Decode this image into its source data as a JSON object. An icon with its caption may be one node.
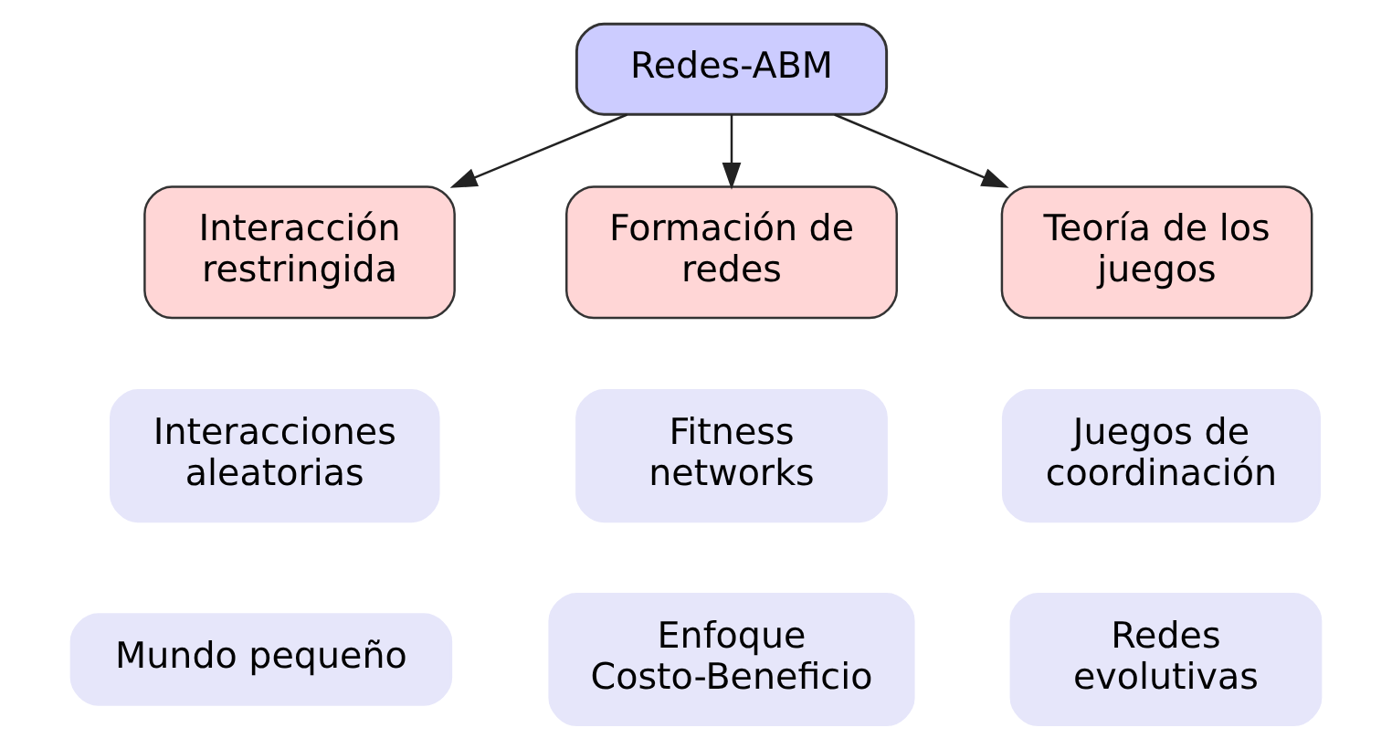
{
  "diagram": {
    "nodes": [
      {
        "text": [
          "Redes-ABM"
        ]
      },
      {
        "text": [
          "Interacción restringida"
        ]
      },
      {
        "text": [
          "Formación de redes"
        ]
      },
      {
        "text": [
          "Teoría de los juegos"
        ]
      },
      {
        "text": [
          "Interacciones aleatorias"
        ]
      },
      {
        "text": [
          "Fitness networks"
        ]
      },
      {
        "text": [
          "Juegos de coordinación"
        ]
      },
      {
        "text": [
          "Mundo pequeño"
        ]
      },
      {
        "text": [
          "Enfoque Costo-Beneficio"
        ]
      },
      {
        "text": [
          "Redes evolutivas"
        ]
      }
    ],
    "edges": [
      {
        "from": 0,
        "to": 1,
        "arrow": "to"
      },
      {
        "from": 0,
        "to": 2,
        "arrow": "to"
      },
      {
        "from": 0,
        "to": 3,
        "arrow": "to"
      }
    ]
  }
}
